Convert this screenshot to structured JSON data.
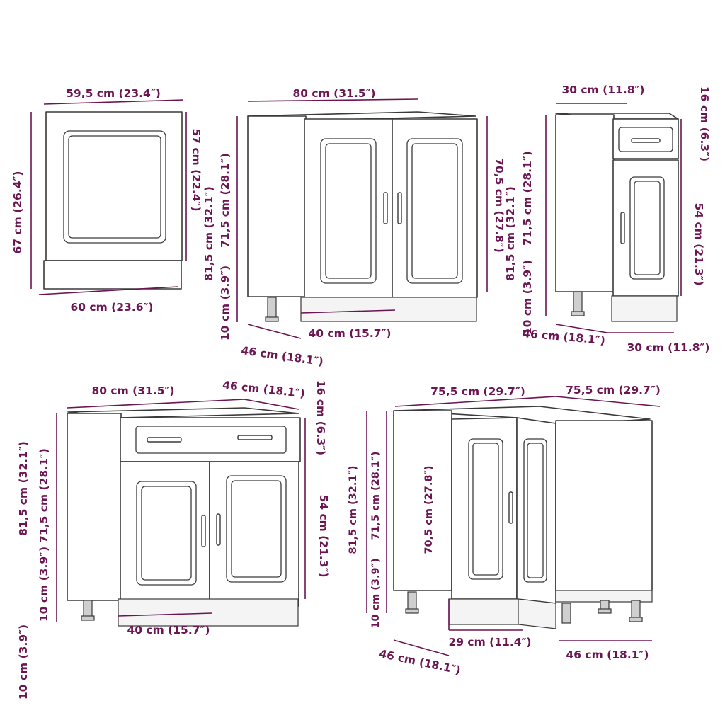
{
  "cabinets": {
    "oven": {
      "width_top": "59,5 cm (23.4″)",
      "height_total": "67 cm (26.4″)",
      "height_door": "57 cm (22.4″)",
      "width_bottom": "60 cm (23.6″)"
    },
    "sink": {
      "width": "80 cm (31.5″)",
      "height_total": "81,5 cm (32.1″)",
      "height_body": "71,5 cm (28.1″)",
      "height_legs": "10 cm (3.9″)",
      "height_door": "70,5 cm (27.8″)",
      "door_width": "40 cm (15.7″)",
      "depth": "46 cm (18.1″)"
    },
    "narrow": {
      "width_top": "30 cm (11.8″)",
      "height_total": "81,5 cm (32.1″)",
      "height_body": "71,5 cm (28.1″)",
      "height_legs": "10 cm (3.9″)",
      "height_drawer": "16 cm (6.3″)",
      "height_door": "54 cm (21.3″)",
      "depth": "46 cm (18.1″)",
      "width_bottom": "30 cm (11.8″)"
    },
    "drawer_base": {
      "width": "80 cm (31.5″)",
      "depth": "46 cm (18.1″)",
      "height_total": "81,5 cm (32.1″)",
      "height_body": "71,5 cm (28.1″)",
      "height_legs": "10 cm (3.9″)",
      "height_drawer": "16 cm (6.3″)",
      "height_door": "54 cm (21.3″)",
      "door_width": "40 cm (15.7″)"
    },
    "corner": {
      "width_left": "75,5 cm (29.7″)",
      "width_right": "75,5 cm (29.7″)",
      "height_total": "81,5 cm (32.1″)",
      "height_body": "71,5 cm (28.1″)",
      "height_legs": "10 cm (3.9″)",
      "height_door": "70,5 cm (27.8″)",
      "door_width": "29 cm (11.4″)",
      "depth_left": "46 cm (18.1″)",
      "depth_right": "46 cm (18.1″)"
    }
  },
  "colors": {
    "dimension": "#6b1552",
    "outline": "#3a3a3a"
  }
}
